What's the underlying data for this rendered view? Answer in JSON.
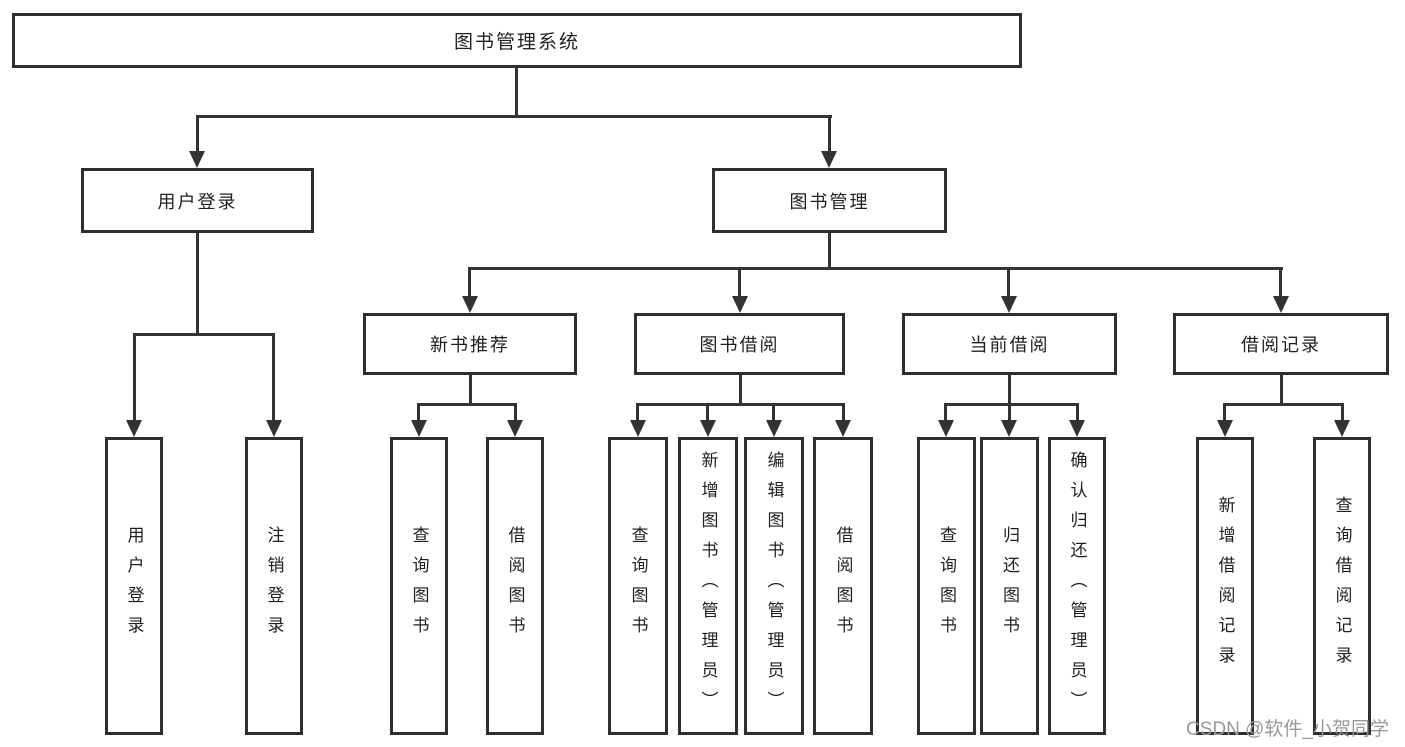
{
  "diagram": {
    "type": "tree",
    "root": {
      "label": "图书管理系统"
    },
    "branches": [
      {
        "label": "用户登录",
        "children": [
          {
            "label": "用户登录"
          },
          {
            "label": "注销登录"
          }
        ]
      },
      {
        "label": "图书管理",
        "children": [
          {
            "label": "新书推荐",
            "children": [
              {
                "label": "查询图书"
              },
              {
                "label": "借阅图书"
              }
            ]
          },
          {
            "label": "图书借阅",
            "children": [
              {
                "label": "查询图书"
              },
              {
                "label": "新增图书（管理员）"
              },
              {
                "label": "编辑图书（管理员）"
              },
              {
                "label": "借阅图书"
              }
            ]
          },
          {
            "label": "当前借阅",
            "children": [
              {
                "label": "查询图书"
              },
              {
                "label": "归还图书"
              },
              {
                "label": "确认归还（管理员）"
              }
            ]
          },
          {
            "label": "借阅记录",
            "children": [
              {
                "label": "新增借阅记录"
              },
              {
                "label": "查询借阅记录"
              }
            ]
          }
        ]
      }
    ]
  },
  "watermark": {
    "text": "CSDN @软件_小贺同学",
    "color": "#999999"
  },
  "colors": {
    "line": "#333333",
    "box_border": "#2e2e2e",
    "background": "#ffffff",
    "text": "#1f1f1f"
  }
}
